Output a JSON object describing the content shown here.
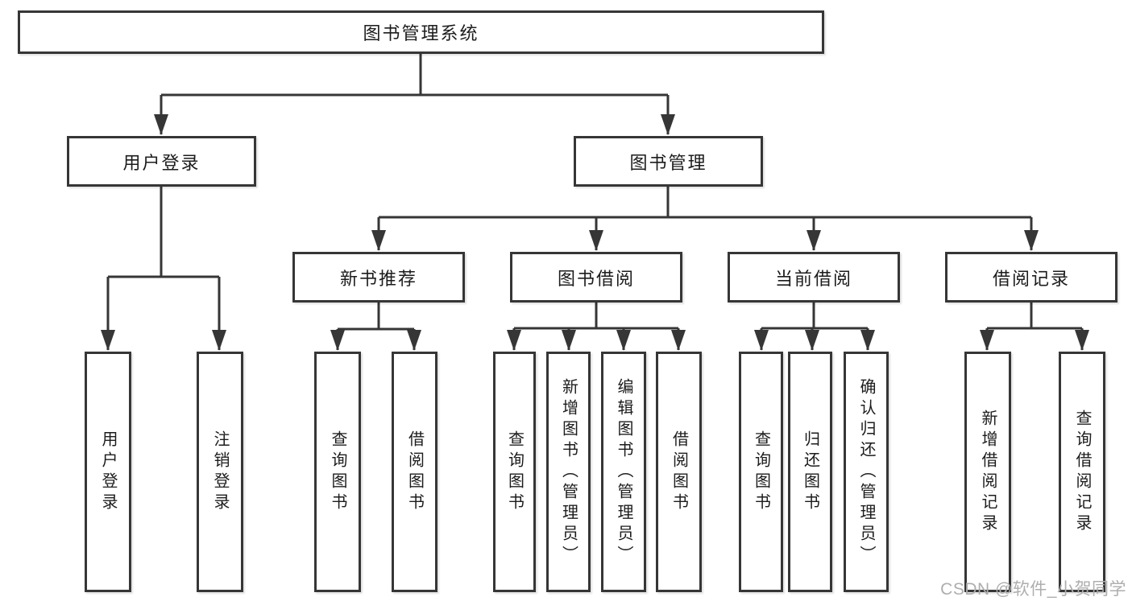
{
  "diagram": {
    "title": "图书管理系统",
    "branches": [
      {
        "label": "用户登录",
        "children": [
          "用户登录",
          "注销登录"
        ]
      },
      {
        "label": "图书管理",
        "children": [
          {
            "label": "新书推荐",
            "children": [
              "查询图书",
              "借阅图书"
            ]
          },
          {
            "label": "图书借阅",
            "children": [
              "查询图书",
              "新增图书（管理员）",
              "编辑图书（管理员）",
              "借阅图书"
            ]
          },
          {
            "label": "当前借阅",
            "children": [
              "查询图书",
              "归还图书",
              "确认归还（管理员）"
            ]
          },
          {
            "label": "借阅记录",
            "children": [
              "新增借阅记录",
              "查询借阅记录"
            ]
          }
        ]
      }
    ]
  },
  "watermark": {
    "text": "CSDN @软件_小贺同学"
  },
  "colors": {
    "line": "#363636",
    "box_border": "#363636",
    "text": "#1c1c1c",
    "watermark": "#aeaeae",
    "background": "#ffffff"
  }
}
